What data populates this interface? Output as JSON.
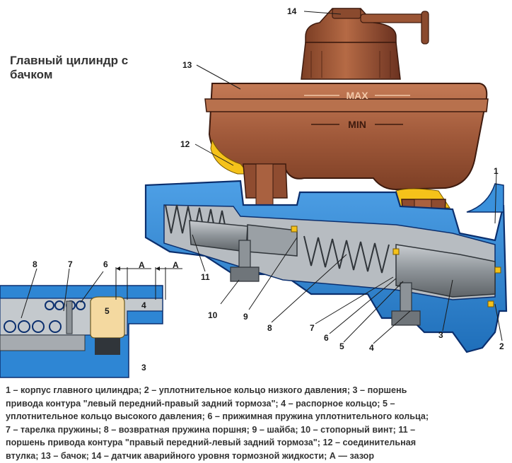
{
  "title": {
    "line1": "Главный цилиндр с",
    "line2": "бачком"
  },
  "reservoir": {
    "max_label": "MAX",
    "min_label": "MIN"
  },
  "callouts": {
    "c1": "1",
    "c2": "2",
    "c3": "3",
    "c4": "4",
    "c5": "5",
    "c6": "6",
    "c7": "7",
    "c8": "8",
    "c9": "9",
    "c10": "10",
    "c11": "11",
    "c12": "12",
    "c13": "13",
    "c14": "14"
  },
  "inset": {
    "c8": "8",
    "c7": "7",
    "c6": "6",
    "c5": "5",
    "c4": "4",
    "c3": "3",
    "gap1": "A",
    "gap2": "A"
  },
  "caption": {
    "lines": [
      "1 – корпус главного цилиндра; 2 – уплотнительное кольцо низкого давления; 3 – поршень",
      "привода контура \"левый передний-правый задний тормоза\"; 4 – распорное кольцо; 5 –",
      "уплотнительное кольцо высокого давления; 6 – прижимная пружина уплотнительного кольца;",
      "7 – тарелка пружины; 8 – возвратная пружина поршня; 9 – шайба; 10 – стопорный винт; 11 –",
      "поршень привода контура \"правый передний-левый задний тормоза\"; 12 – соединительная",
      "втулка; 13 – бачок; 14 – датчик аварийного уровня тормозной жидкости; А — зазор"
    ]
  },
  "colors": {
    "body_blue": "#2e86d4",
    "body_outline": "#0b2f6e",
    "reservoir_brown": "#a0593a",
    "reservoir_dark": "#6b3220",
    "seal_yellow": "#f5c21a",
    "steel_grey": "#8d9398"
  }
}
